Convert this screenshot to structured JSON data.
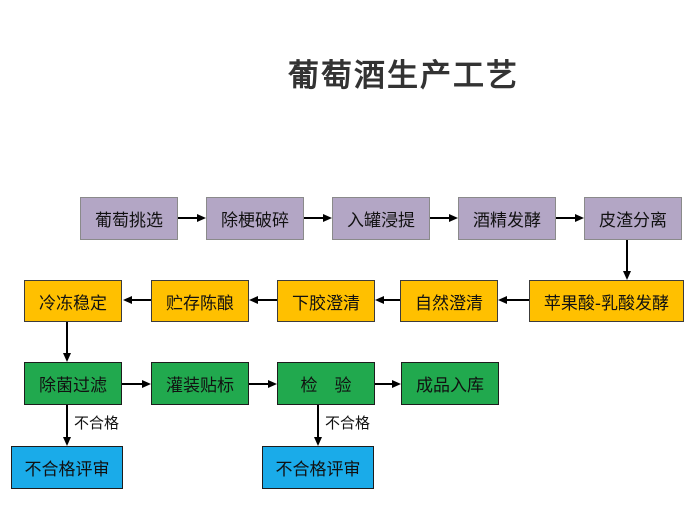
{
  "title": "葡萄酒生产工艺",
  "colors": {
    "stage_primary_purple": "#b3a6c5",
    "stage_cellar_orange": "#ffc000",
    "stage_finish_green": "#21a94e",
    "review_blue": "#1aabe9",
    "arrow_black": "#000000",
    "title_text": "#333333",
    "background": "#ffffff"
  },
  "row1": [
    "葡萄挑选",
    "除梗破碎",
    "入罐浸提",
    "酒精发酵",
    "皮渣分离"
  ],
  "row2": [
    "冷冻稳定",
    "贮存陈酿",
    "下胶澄清",
    "自然澄清",
    "苹果酸-乳酸发酵"
  ],
  "row3": [
    "除菌过滤",
    "灌装贴标",
    "检　验",
    "成品入库"
  ],
  "row4": [
    "不合格评审",
    "不合格评审"
  ],
  "edge_labels": {
    "reject_left": "不合格",
    "reject_right": "不合格"
  },
  "flow": {
    "sequence_row1": "葡萄挑选 → 除梗破碎 → 入罐浸提 → 酒精发酵 → 皮渣分离",
    "sequence_row2": "苹果酸-乳酸发酵 → 自然澄清 → 下胶澄清 → 贮存陈酿 → 冷冻稳定",
    "sequence_row3": "除菌过滤 → 灌装贴标 → 检　验 → 成品入库",
    "reject_branches": "除菌过滤 →(不合格) 不合格评审 ; 检　验 →(不合格) 不合格评审"
  }
}
